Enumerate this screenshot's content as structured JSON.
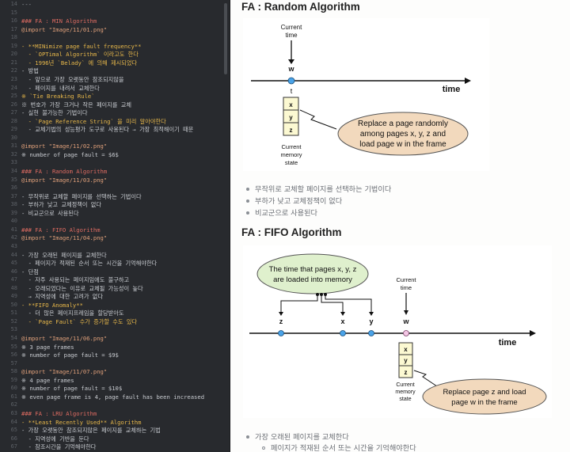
{
  "editor": {
    "lines": [
      {
        "n": "14",
        "text": "---",
        "cls": "c-cmt"
      },
      {
        "n": "15",
        "text": "",
        "cls": "c-txt"
      },
      {
        "n": "16",
        "text": "### FA : MIN Algorithm",
        "cls": "c-head"
      },
      {
        "n": "17",
        "text": "@import \"Image/11/01.png\"",
        "cls": "c-imp"
      },
      {
        "n": "18",
        "text": "",
        "cls": "c-txt"
      },
      {
        "n": "19",
        "text": "- **MINimize page fault frequency**",
        "cls": "c-bold"
      },
      {
        "n": "20",
        "text": "  - `OPTimal Algorithm` 이라고도 한다",
        "cls": "c-code"
      },
      {
        "n": "21",
        "text": "  - 1996년 `Belady` 에 의해 제시되었다",
        "cls": "c-code"
      },
      {
        "n": "22",
        "text": "- 방법",
        "cls": "c-txt"
      },
      {
        "n": "23",
        "text": "  - 앞으로 가장 오랫동안 참조되지않을",
        "cls": "c-txt"
      },
      {
        "n": "24",
        "text": "  - 페이지를 내려서 교체한다",
        "cls": "c-txt"
      },
      {
        "n": "25",
        "text": "※ `Tie Breaking Rule`",
        "cls": "c-code"
      },
      {
        "n": "26",
        "text": "※ 번호가 가장 크거나 작은 페이지를 교체",
        "cls": "c-txt"
      },
      {
        "n": "27",
        "text": "- 실현 불가능한 기법이다",
        "cls": "c-txt"
      },
      {
        "n": "28",
        "text": "  - `Page Reference String` 을 미리 알아야한다",
        "cls": "c-code"
      },
      {
        "n": "29",
        "text": "  - 교체기법의 성능평가 도구로 사용된다 → 가장 최적해이기 때문",
        "cls": "c-txt"
      },
      {
        "n": "30",
        "text": "",
        "cls": "c-txt"
      },
      {
        "n": "31",
        "text": "@import \"Image/11/02.png\"",
        "cls": "c-imp"
      },
      {
        "n": "32",
        "text": "※ number of page fault = $6$",
        "cls": "c-txt"
      },
      {
        "n": "33",
        "text": "",
        "cls": "c-txt"
      },
      {
        "n": "34",
        "text": "### FA : Random Algorithm",
        "cls": "c-head"
      },
      {
        "n": "35",
        "text": "@import \"Image/11/03.png\"",
        "cls": "c-imp"
      },
      {
        "n": "36",
        "text": "",
        "cls": "c-txt"
      },
      {
        "n": "37",
        "text": "- 무작위로 교체할 페이지를 선택하는 기법이다",
        "cls": "c-txt"
      },
      {
        "n": "38",
        "text": "- 부하가 낮고 교체정책이 없다",
        "cls": "c-txt"
      },
      {
        "n": "39",
        "text": "- 비교군으로 사용된다",
        "cls": "c-txt"
      },
      {
        "n": "40",
        "text": "",
        "cls": "c-txt"
      },
      {
        "n": "41",
        "text": "### FA : FIFO Algorithm",
        "cls": "c-head"
      },
      {
        "n": "42",
        "text": "@import \"Image/11/04.png\"",
        "cls": "c-imp"
      },
      {
        "n": "43",
        "text": "",
        "cls": "c-txt"
      },
      {
        "n": "44",
        "text": "- 가장 오래된 페이지를 교체한다",
        "cls": "c-txt"
      },
      {
        "n": "45",
        "text": "  - 페이지가 적재된 순서 또는 시간을 기억해야한다",
        "cls": "c-txt"
      },
      {
        "n": "46",
        "text": "- 단점",
        "cls": "c-txt"
      },
      {
        "n": "47",
        "text": "  - 자주 사용되는 페이지임에도 불구하고",
        "cls": "c-txt"
      },
      {
        "n": "48",
        "text": "  - 오래되었다는 이유로 교체될 가능성이 높다",
        "cls": "c-txt"
      },
      {
        "n": "49",
        "text": "  → 지역성에 대한 고려가 없다",
        "cls": "c-txt"
      },
      {
        "n": "50",
        "text": "- **FIFO Anomaly**",
        "cls": "c-bold"
      },
      {
        "n": "51",
        "text": "  - 더 많은 페이지프레임을 할당받아도",
        "cls": "c-txt"
      },
      {
        "n": "52",
        "text": "  - `Page Fault` 수가 증가할 수도 있다",
        "cls": "c-code"
      },
      {
        "n": "53",
        "text": "",
        "cls": "c-txt"
      },
      {
        "n": "54",
        "text": "@import \"Image/11/06.png\"",
        "cls": "c-imp"
      },
      {
        "n": "55",
        "text": "※ 3 page frames",
        "cls": "c-txt"
      },
      {
        "n": "56",
        "text": "※ number of page fault = $9$",
        "cls": "c-txt"
      },
      {
        "n": "57",
        "text": "",
        "cls": "c-txt"
      },
      {
        "n": "58",
        "text": "@import \"Image/11/07.png\"",
        "cls": "c-imp"
      },
      {
        "n": "59",
        "text": "※ 4 page frames",
        "cls": "c-txt"
      },
      {
        "n": "60",
        "text": "※ number of page fault = $10$",
        "cls": "c-txt"
      },
      {
        "n": "61",
        "text": "※ even page frame is 4, page fault has been increased",
        "cls": "c-txt"
      },
      {
        "n": "62",
        "text": "",
        "cls": "c-txt"
      },
      {
        "n": "63",
        "text": "### FA : LRU Algorithm",
        "cls": "c-head"
      },
      {
        "n": "64",
        "text": "- **Least Recently Used** Algorithm",
        "cls": "c-bold"
      },
      {
        "n": "65",
        "text": "- 가장 오랫동안 참조되지않은 페이지를 교체하는 기법",
        "cls": "c-txt"
      },
      {
        "n": "66",
        "text": "  - 지역성에 기반을 둔다",
        "cls": "c-txt"
      },
      {
        "n": "67",
        "text": "  - 참조시간을 기억해야한다",
        "cls": "c-txt"
      }
    ]
  },
  "preview": {
    "random": {
      "title": "FA : Random Algorithm",
      "figure": {
        "current_time": [
          "Current",
          "time"
        ],
        "w": "w",
        "t": "t",
        "time": "time",
        "frames": [
          "x",
          "y",
          "z"
        ],
        "state": [
          "Current",
          "memory",
          "state"
        ],
        "bubble": [
          "Replace a page randomly",
          "among pages x, y, z and",
          "load page w in the frame"
        ]
      },
      "bullets": [
        "무작위로 교체할 페이지를 선택하는 기법이다",
        "부하가 낮고 교체정책이 없다",
        "비교군으로 사용된다"
      ]
    },
    "fifo": {
      "title": "FA : FIFO Algorithm",
      "figure": {
        "cloud": [
          "The time that pages x, y, z",
          "are loaded into memory"
        ],
        "current_time": [
          "Current",
          "time"
        ],
        "points": [
          "z",
          "x",
          "y",
          "w"
        ],
        "time": "time",
        "frames": [
          "x",
          "y",
          "z"
        ],
        "state": [
          "Current",
          "memory",
          "state"
        ],
        "bubble": [
          "Replace page z and load",
          "page w in the frame"
        ]
      },
      "bullets": [
        "가장 오래된 페이지를 교체한다"
      ],
      "sub_bullets": [
        "페이지가 적재된 순서 또는 시간을 기억해야한다"
      ]
    },
    "colors": {
      "bubble_fill": "#f2d9bd",
      "cloud_fill": "#dff0cd",
      "point_blue": "#4aa3e8",
      "point_pink": "#f3c6e4"
    }
  }
}
